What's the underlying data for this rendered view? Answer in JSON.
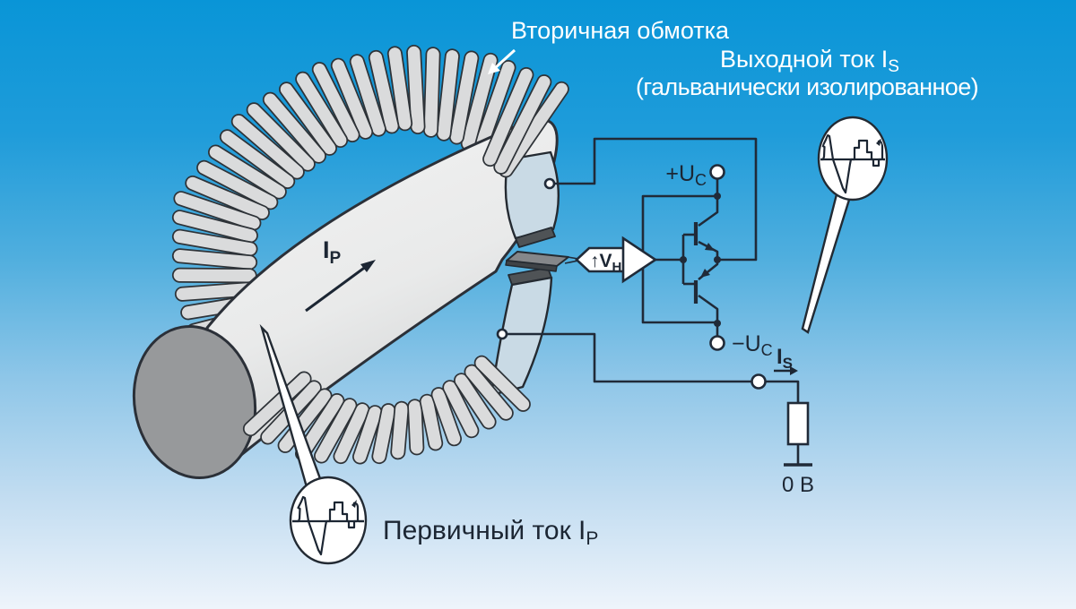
{
  "labels": {
    "secondary_winding": "Вторичная обмотка",
    "output_current": "Выходной ток I",
    "output_current_sub": "S",
    "output_note": "(гальванически изолированное)",
    "primary_current": "Первичный ток I",
    "primary_current_sub": "P",
    "ip": "I",
    "ip_sub": "P",
    "is": "I",
    "is_sub": "S",
    "plus_uc": "+U",
    "plus_uc_sub": "C",
    "minus_uc": "−U",
    "minus_uc_sub": "C",
    "vh_arrow": "↑",
    "vh": "V",
    "vh_sub": "H",
    "zero_volt": "0 В"
  },
  "colors": {
    "background_top": "#0995d7",
    "background_bottom": "#eef4fb",
    "line": "#202a38",
    "text_dark": "#1c2633",
    "text_light": "#ffffff",
    "winding_fill": "#dadbdc",
    "winding_outline": "#2e3338",
    "conductor_fill": "#ededee",
    "conductor_face": "#97999b",
    "core_fill": "#c9dae5",
    "core_cut": "#4f5356",
    "hall_fill": "#85878a"
  }
}
